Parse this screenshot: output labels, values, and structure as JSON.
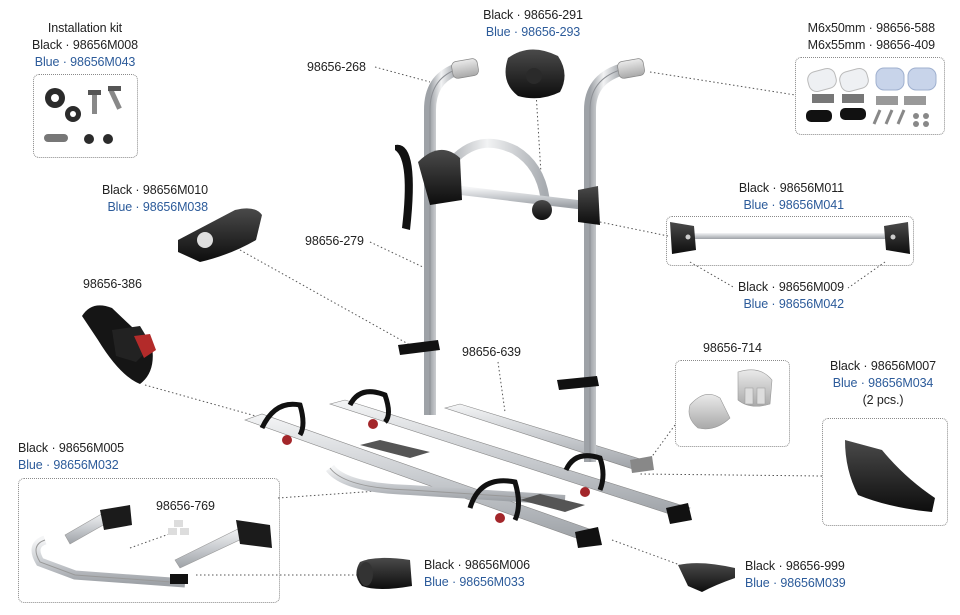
{
  "colors": {
    "blue_text": "#2c5b9a",
    "black_text": "#222222",
    "aluminium": "#d9dbde",
    "part_black": "#1b1b1b"
  },
  "labels": {
    "installation_kit": {
      "title": "Installation kit",
      "black": "Black · 98656M008",
      "blue": "Blue · 98656M043"
    },
    "p268": "98656-268",
    "knob": {
      "black": "Black · 98656-291",
      "blue": "Blue · 98656-293"
    },
    "screws": {
      "line1": "M6x50mm · 98656-588",
      "line2": "M6x55mm · 98656-409"
    },
    "clamp_m010": {
      "black": "Black · 98656M010",
      "blue": "Blue · 98656M038"
    },
    "p279": "98656-279",
    "bar_m011": {
      "black": "Black · 98656M011",
      "blue": "Blue · 98656M041"
    },
    "p386": "98656-386",
    "bar_m009": {
      "black": "Black · 98656M009",
      "blue": "Blue · 98656M042"
    },
    "p639": "98656-639",
    "p714": "98656-714",
    "end_m007": {
      "black": "Black · 98656M007",
      "blue": "Blue · 98656M034",
      "note": "(2 pcs.)"
    },
    "frame_m005": {
      "black": "Black · 98656M005",
      "blue": "Blue · 98656M032"
    },
    "p769": "98656-769",
    "cap_m006": {
      "black": "Black · 98656M006",
      "blue": "Blue · 98656M033"
    },
    "end_999": {
      "black": "Black · 98656-999",
      "blue": "Blue · 98656M039"
    }
  }
}
